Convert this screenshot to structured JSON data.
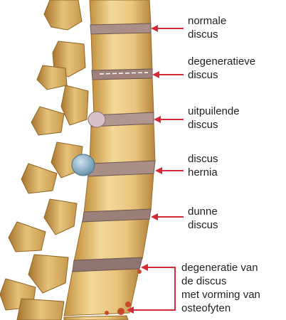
{
  "labels": [
    {
      "lines": [
        "normale",
        "discus"
      ]
    },
    {
      "lines": [
        "degeneratieve",
        "discus"
      ]
    },
    {
      "lines": [
        "uitpuilende",
        "discus"
      ]
    },
    {
      "lines": [
        "discus",
        "hernia"
      ]
    },
    {
      "lines": [
        "dunne",
        "discus"
      ]
    },
    {
      "lines": [
        "degeneratie van",
        "de discus",
        "met vorming van",
        "osteofyten"
      ]
    }
  ],
  "colors": {
    "arrow": "#d42a35",
    "bone": "#e8c47d",
    "bone_shadow": "#b8873f",
    "disc": "#a98e88",
    "hernia": "#7fa8be",
    "text": "#222222"
  }
}
